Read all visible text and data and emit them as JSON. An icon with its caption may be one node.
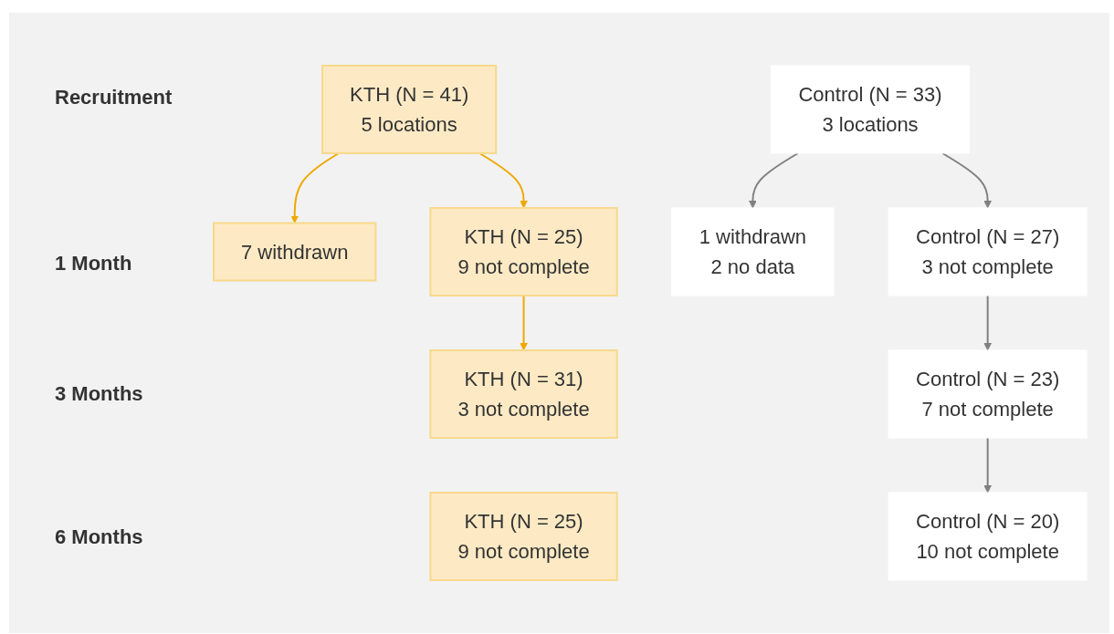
{
  "diagram": {
    "nodes": [
      {
        "text": [
          "KTH (N = 41)",
          "5 locations"
        ]
      },
      {
        "text": [
          "Control (N = 33)",
          "3 locations"
        ]
      },
      {
        "text": [
          "7 withdrawn"
        ]
      },
      {
        "text": [
          "1 withdrawn",
          "2 no data"
        ]
      },
      {
        "text": [
          "KTH (N = 25)",
          "9 not complete"
        ]
      },
      {
        "text": [
          "Control (N = 27)",
          "3 not complete"
        ]
      },
      {
        "text": [
          "KTH (N = 31)",
          "3 not complete"
        ]
      },
      {
        "text": [
          "Control (N = 23)",
          "7 not complete"
        ]
      },
      {
        "text": [
          "KTH (N = 25)",
          "9 not complete"
        ]
      },
      {
        "text": [
          "Control (N = 20)",
          "10 not complete"
        ]
      }
    ],
    "edges": [
      {
        "from": 0,
        "to": 2,
        "arrow": "to",
        "color": "#f0a800"
      },
      {
        "from": 1,
        "to": 3,
        "arrow": "to"
      },
      {
        "from": 0,
        "to": 4,
        "arrow": "to",
        "color": "#f0a800"
      },
      {
        "from": 1,
        "to": 5,
        "arrow": "to"
      },
      {
        "from": 4,
        "to": 6,
        "arrow": "to",
        "color": "#f0a800"
      },
      {
        "from": 5,
        "to": 7,
        "arrow": "to"
      },
      {
        "from": 7,
        "to": 9,
        "arrow": "to"
      }
    ],
    "labels": [
      "Recruitment",
      "1 Month",
      "3 Months",
      "6 Months"
    ]
  }
}
